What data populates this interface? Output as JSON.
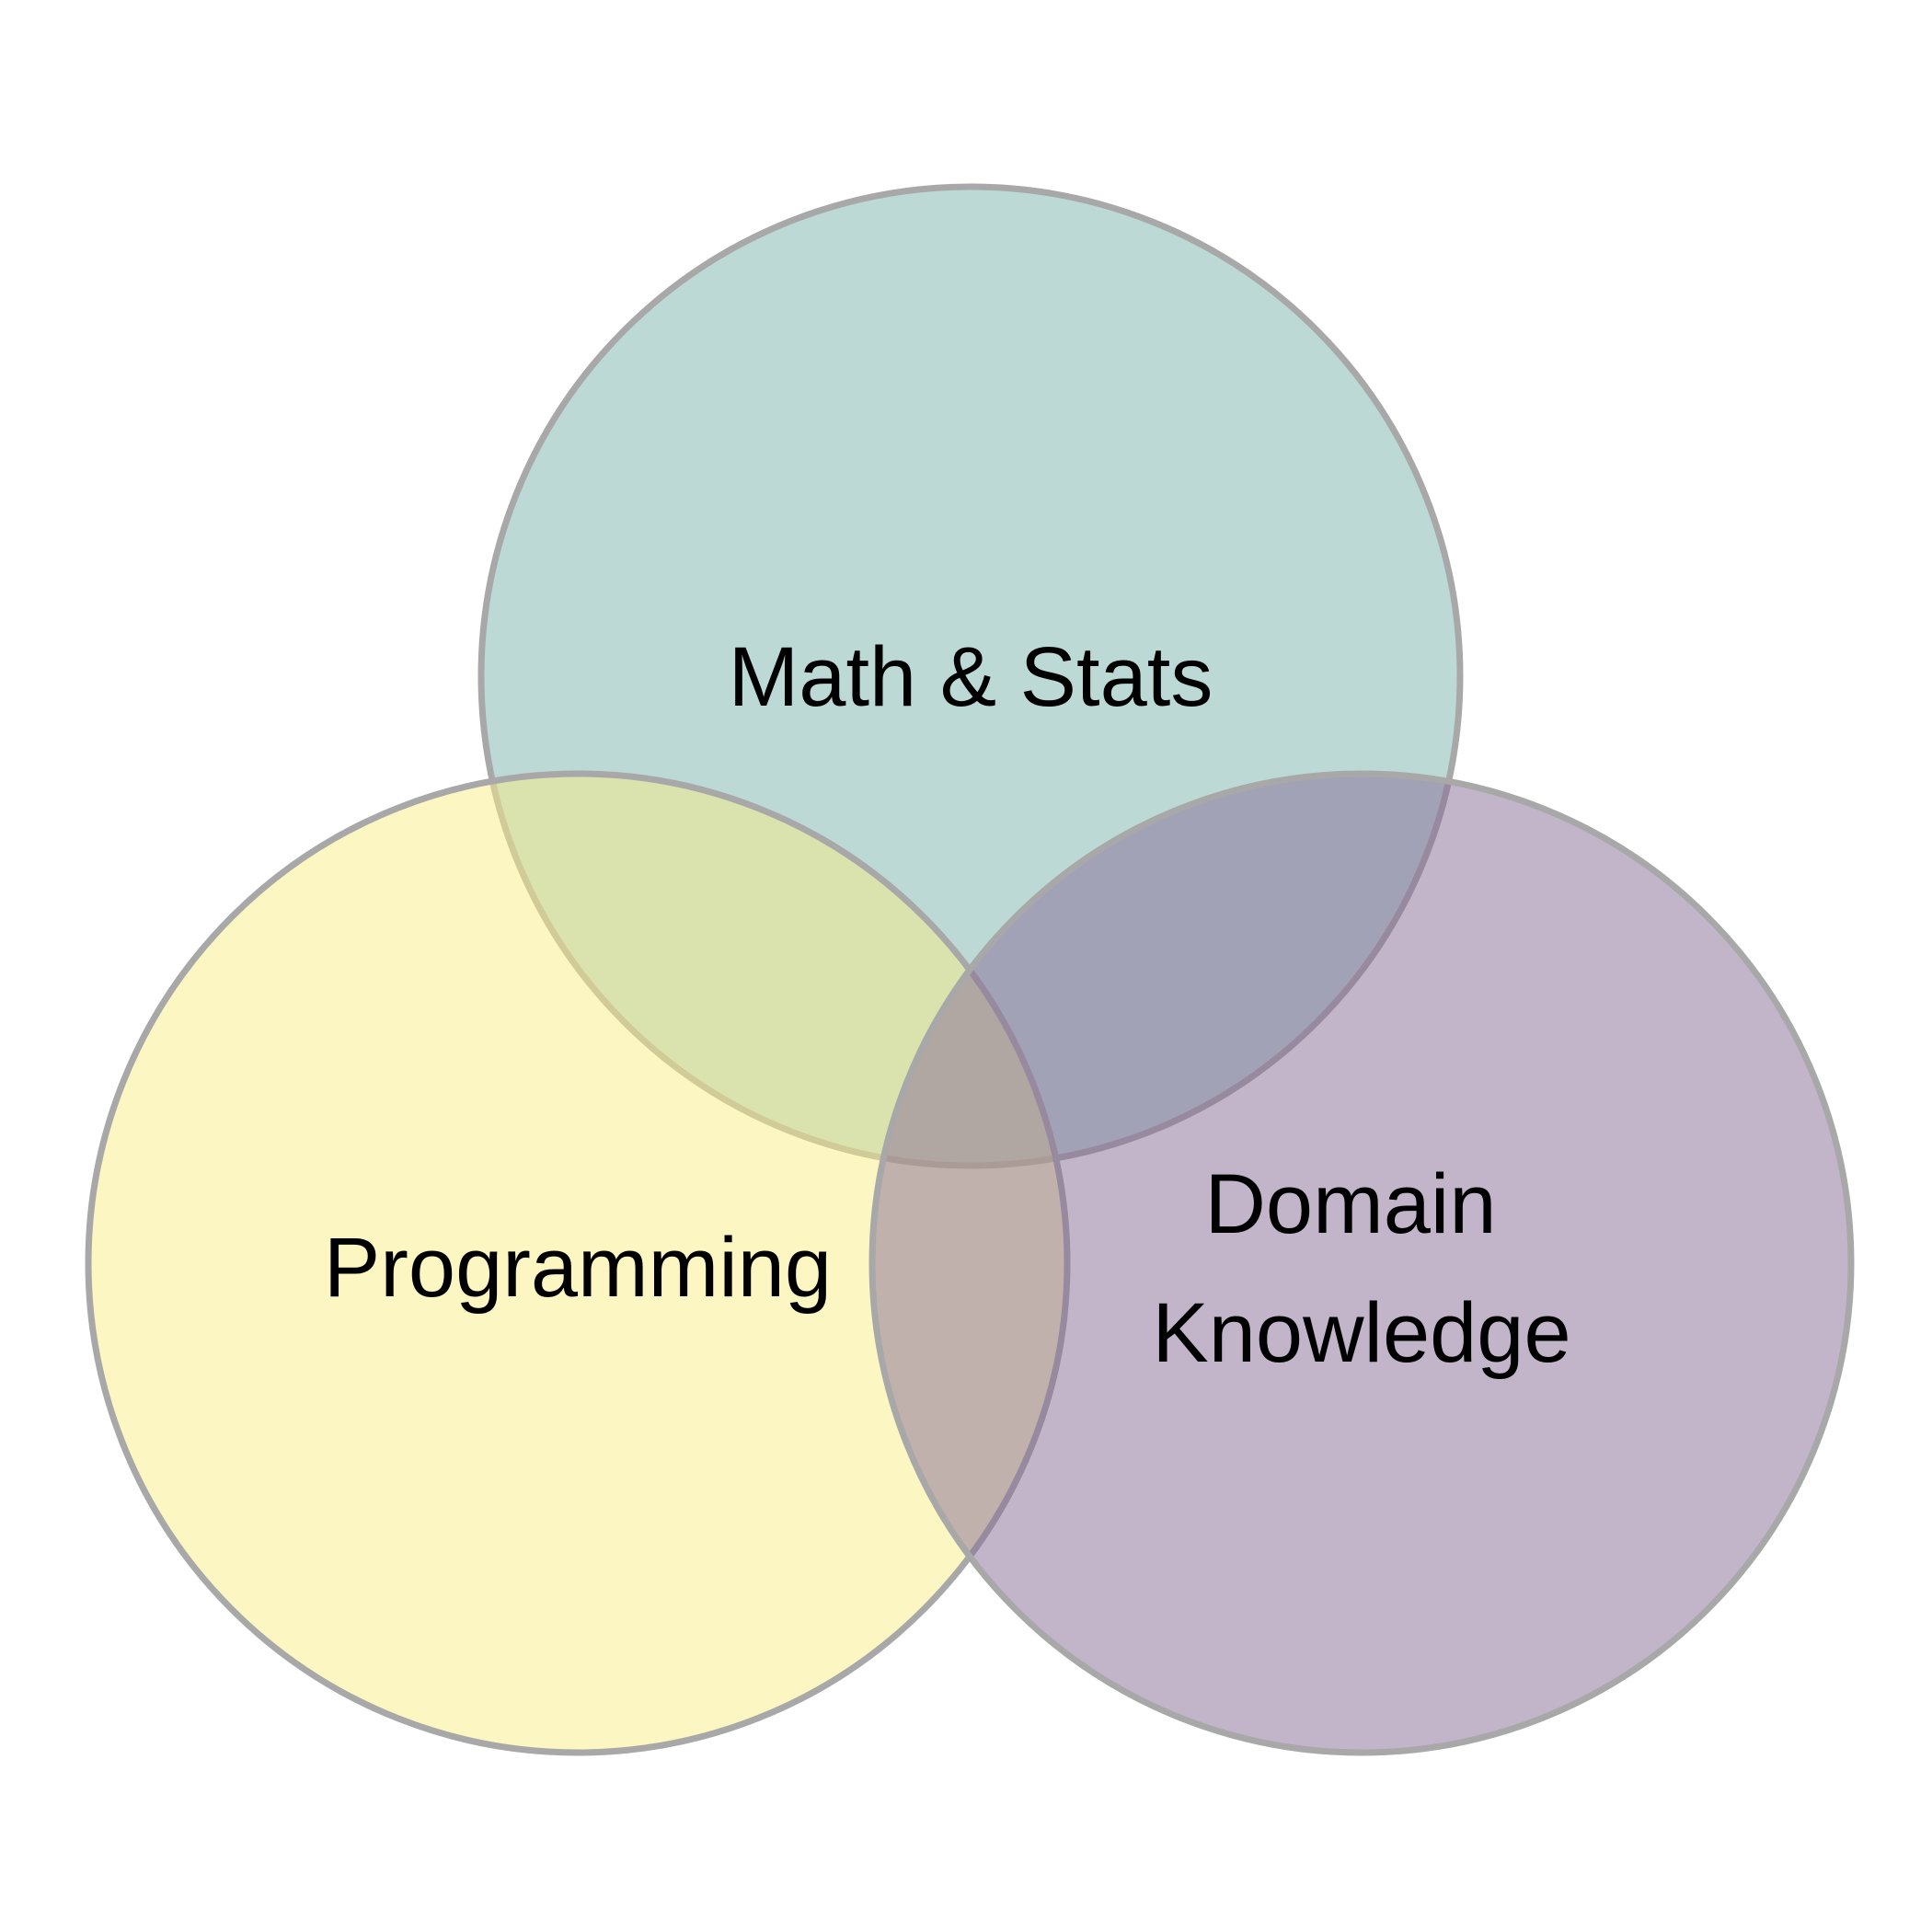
{
  "diagram": {
    "type": "venn",
    "sets": [
      {
        "id": "math",
        "label_lines": [
          "Math & Stats"
        ],
        "color": "#7ab3ae",
        "opacity": 0.5
      },
      {
        "id": "programming",
        "label_lines": [
          "Programming"
        ],
        "color": "#f7ed85",
        "opacity": 0.5
      },
      {
        "id": "domain",
        "label_lines": [
          "Domain",
          "Knowledge"
        ],
        "color": "#866b95",
        "opacity": 0.5
      }
    ],
    "outline_color": "#a8a8a8",
    "text_color": "#000000"
  }
}
